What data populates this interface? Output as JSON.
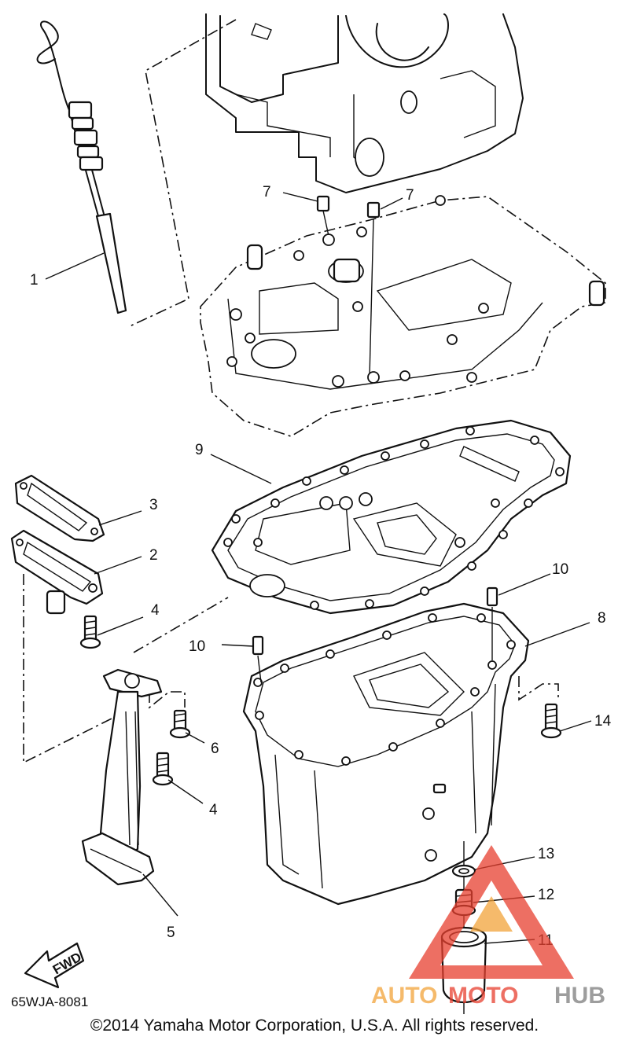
{
  "callouts": {
    "p1": "1",
    "p2": "2",
    "p3": "3",
    "p4a": "4",
    "p4b": "4",
    "p5": "5",
    "p6": "6",
    "p7a": "7",
    "p7b": "7",
    "p8": "8",
    "p9": "9",
    "p10a": "10",
    "p10b": "10",
    "p11": "11",
    "p12": "12",
    "p13": "13",
    "p14": "14"
  },
  "fwd_label": "FWD",
  "diagram_code": "65WJA-8081",
  "copyright": "©2014 Yamaha Motor Corporation, U.S.A. All rights reserved.",
  "watermark": {
    "part1": "AUTO",
    "part2": "MOTO",
    "part3": "HUB"
  },
  "colors": {
    "watermark_red": "#e8402f",
    "watermark_orange": "#f2a33a",
    "watermark_gray": "#7d7d7d"
  }
}
